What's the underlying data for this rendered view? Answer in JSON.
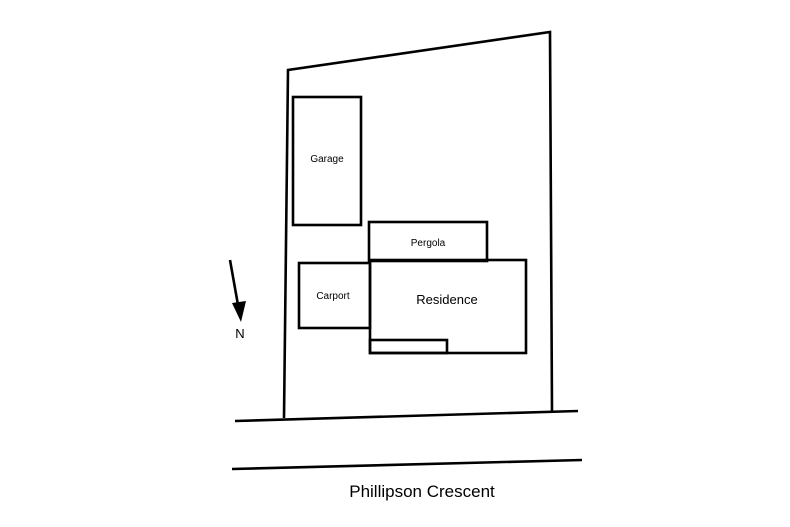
{
  "labels": {
    "garage": "Garage",
    "pergola": "Pergola",
    "carport": "Carport",
    "residence": "Residence",
    "north": "N",
    "street": "Phillipson Crescent"
  },
  "colors": {
    "line": "#000000",
    "background": "#ffffff"
  }
}
